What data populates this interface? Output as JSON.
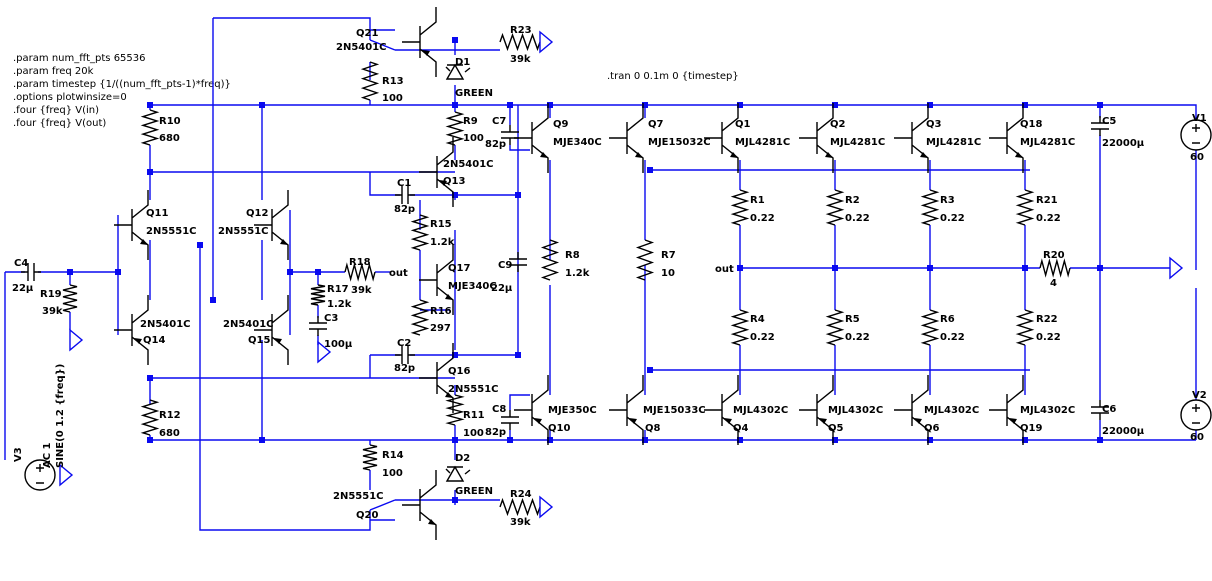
{
  "directives": [
    ".param num_fft_pts 65536",
    ".param freq 20k",
    ".param timestep {1/((num_fft_pts-1)*freq)}",
    ".options plotwinsize=0",
    ".four {freq} V(in)",
    ".four {freq} V(out)"
  ],
  "tran": ".tran 0 0.1m 0 {timestep}",
  "transistors": [
    {
      "ref": "Q21",
      "model": "2N5401C"
    },
    {
      "ref": "Q13",
      "model": "2N5401C"
    },
    {
      "ref": "Q11",
      "model": "2N5551C"
    },
    {
      "ref": "Q12",
      "model": "2N5551C"
    },
    {
      "ref": "Q14",
      "model": "2N5401C"
    },
    {
      "ref": "Q15",
      "model": "2N5401C"
    },
    {
      "ref": "Q17",
      "model": "MJE340C"
    },
    {
      "ref": "Q16",
      "model": "2N5551C"
    },
    {
      "ref": "Q20",
      "model": "2N5551C"
    },
    {
      "ref": "Q9",
      "model": "MJE340C"
    },
    {
      "ref": "Q7",
      "model": "MJE15032C"
    },
    {
      "ref": "Q1",
      "model": "MJL4281C"
    },
    {
      "ref": "Q2",
      "model": "MJL4281C"
    },
    {
      "ref": "Q3",
      "model": "MJL4281C"
    },
    {
      "ref": "Q18",
      "model": "MJL4281C"
    },
    {
      "ref": "Q10",
      "model": "MJE350C"
    },
    {
      "ref": "Q8",
      "model": "MJE15033C"
    },
    {
      "ref": "Q4",
      "model": "MJL4302C"
    },
    {
      "ref": "Q5",
      "model": "MJL4302C"
    },
    {
      "ref": "Q6",
      "model": "MJL4302C"
    },
    {
      "ref": "Q19",
      "model": "MJL4302C"
    }
  ],
  "resistors": [
    {
      "ref": "R23",
      "value": "39k"
    },
    {
      "ref": "R13",
      "value": "100"
    },
    {
      "ref": "R10",
      "value": "680"
    },
    {
      "ref": "R9",
      "value": "100"
    },
    {
      "ref": "R15",
      "value": "1.2k"
    },
    {
      "ref": "R16",
      "value": "297"
    },
    {
      "ref": "R18",
      "value": "39k"
    },
    {
      "ref": "R17",
      "value": "1.2k"
    },
    {
      "ref": "R19",
      "value": "39k"
    },
    {
      "ref": "R12",
      "value": "680"
    },
    {
      "ref": "R11",
      "value": "100"
    },
    {
      "ref": "R14",
      "value": "100"
    },
    {
      "ref": "R24",
      "value": "39k"
    },
    {
      "ref": "R8",
      "value": "1.2k"
    },
    {
      "ref": "R7",
      "value": "10"
    },
    {
      "ref": "R1",
      "value": "0.22"
    },
    {
      "ref": "R2",
      "value": "0.22"
    },
    {
      "ref": "R3",
      "value": "0.22"
    },
    {
      "ref": "R21",
      "value": "0.22"
    },
    {
      "ref": "R20",
      "value": "4"
    },
    {
      "ref": "R4",
      "value": "0.22"
    },
    {
      "ref": "R5",
      "value": "0.22"
    },
    {
      "ref": "R6",
      "value": "0.22"
    },
    {
      "ref": "R22",
      "value": "0.22"
    }
  ],
  "capacitors": [
    {
      "ref": "C4",
      "value": "22µ"
    },
    {
      "ref": "C1",
      "value": "82p"
    },
    {
      "ref": "C3",
      "value": "100µ"
    },
    {
      "ref": "C2",
      "value": "82p"
    },
    {
      "ref": "C9",
      "value": "22µ"
    },
    {
      "ref": "C7",
      "value": "82p"
    },
    {
      "ref": "C8",
      "value": "82p"
    },
    {
      "ref": "C5",
      "value": "22000µ"
    },
    {
      "ref": "C6",
      "value": "22000µ"
    }
  ],
  "diodes": [
    {
      "ref": "D1",
      "value": "GREEN"
    },
    {
      "ref": "D2",
      "value": "GREEN"
    }
  ],
  "sources": [
    {
      "ref": "V1",
      "value": "60"
    },
    {
      "ref": "V2",
      "value": "60"
    },
    {
      "ref": "V3",
      "line1": "AC 1",
      "line2": "SINE(0 1.2 {freq})"
    }
  ],
  "net_labels": {
    "out_r18": "out",
    "out_bus": "out"
  },
  "colors": {
    "wire": "#0a0af0",
    "component": "#000000",
    "background": "#ffffff"
  }
}
